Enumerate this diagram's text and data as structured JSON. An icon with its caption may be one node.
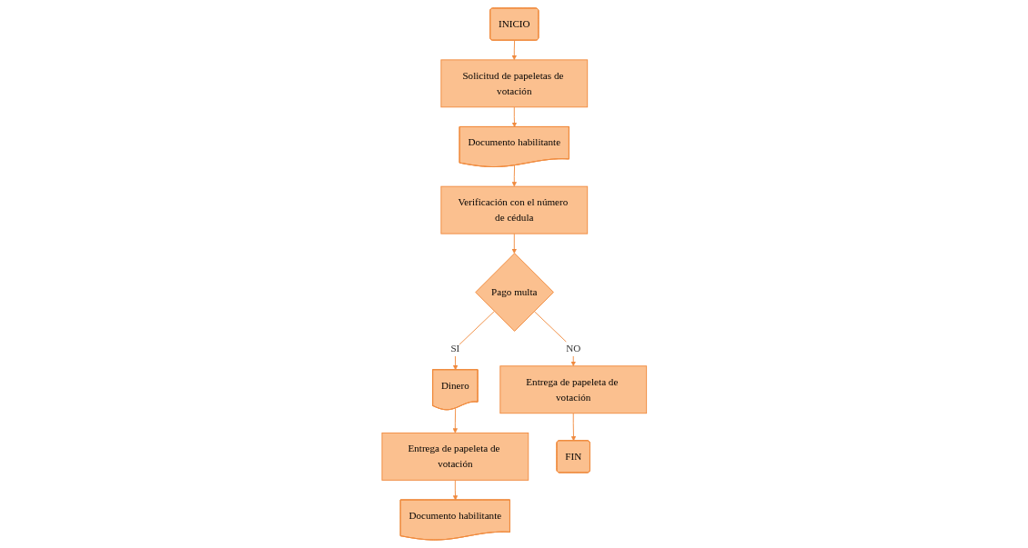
{
  "diagram": {
    "nodes": [
      {
        "text": [
          "INICIO"
        ]
      },
      {
        "text": [
          "Solicitud de papeletas de votación"
        ]
      },
      {
        "text": [
          "Documento habilitante"
        ]
      },
      {
        "text": [
          "Verificación con el número de cédula"
        ]
      },
      {
        "text": [
          "Pago multa"
        ]
      },
      {
        "text": [
          "Dinero"
        ]
      },
      {
        "text": [
          "Entrega de papeleta de votación"
        ]
      },
      {
        "text": [
          "Documento habilitante"
        ]
      },
      {
        "text": [
          "Entrega de papeleta de votación"
        ]
      },
      {
        "text": [
          "FIN"
        ]
      }
    ],
    "edges": [
      {
        "from": 0,
        "to": 1,
        "arrow": "to"
      },
      {
        "from": 1,
        "to": 2,
        "arrow": "to"
      },
      {
        "from": 2,
        "to": 3,
        "arrow": "to"
      },
      {
        "from": 3,
        "to": 4,
        "arrow": "to"
      },
      {
        "from": 4,
        "to": 5,
        "label": "SI",
        "arrow": "to"
      },
      {
        "from": 5,
        "to": 6,
        "arrow": "to"
      },
      {
        "from": 6,
        "to": 7,
        "arrow": "to"
      },
      {
        "from": 4,
        "to": 8,
        "label": "NO",
        "arrow": "to"
      },
      {
        "from": 8,
        "to": 9,
        "arrow": "to"
      }
    ]
  }
}
